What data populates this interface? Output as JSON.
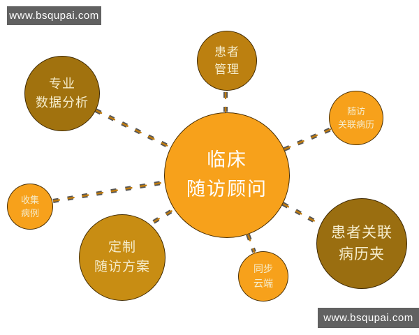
{
  "page": {
    "type": "mindmap-diagram",
    "background": "#ffffff"
  },
  "watermark": {
    "text": "www.bsqupai.com",
    "background": "#616161",
    "text_color": "#ffffff"
  },
  "palette": {
    "bright_orange": "#f7a11b",
    "medium_amber": "#bc8010",
    "dark_amber": "#a1720e",
    "plan_amber": "#c88d13",
    "folder_brown": "#9a6e10",
    "node_text_cream": "#f5eccb",
    "center_text_white": "#ffffff",
    "connector_gray": "#565656",
    "connector_orange": "#c07b0d"
  },
  "diagram": {
    "center": {
      "label": "临床随访顾问",
      "lines": [
        "临床",
        "随访顾问"
      ],
      "color": "#f7a11b"
    },
    "nodes": [
      {
        "id": "patient-management",
        "label": "患者管理",
        "lines": [
          "患者",
          "管理"
        ],
        "color": "#bc8010"
      },
      {
        "id": "professional-data-analysis",
        "label": "专业数据分析",
        "lines": [
          "专业",
          "数据分析"
        ],
        "color": "#a1720e"
      },
      {
        "id": "followup-linked-records",
        "label": "随访关联病历",
        "lines": [
          "随访",
          "关联病历"
        ],
        "color": "#f7a11b"
      },
      {
        "id": "collect-cases",
        "label": "收集病例",
        "lines": [
          "收集",
          "病例"
        ],
        "color": "#f7a11b"
      },
      {
        "id": "custom-followup-plan",
        "label": "定制随访方案",
        "lines": [
          "定制",
          "随访方案"
        ],
        "color": "#c88d13"
      },
      {
        "id": "sync-cloud",
        "label": "同步云端",
        "lines": [
          "同步",
          "云端"
        ],
        "color": "#f7a11b"
      },
      {
        "id": "patient-linked-record-folder",
        "label": "患者关联病历夹",
        "lines": [
          "患者关联",
          "病历夹"
        ],
        "color": "#9a6e10"
      }
    ]
  }
}
